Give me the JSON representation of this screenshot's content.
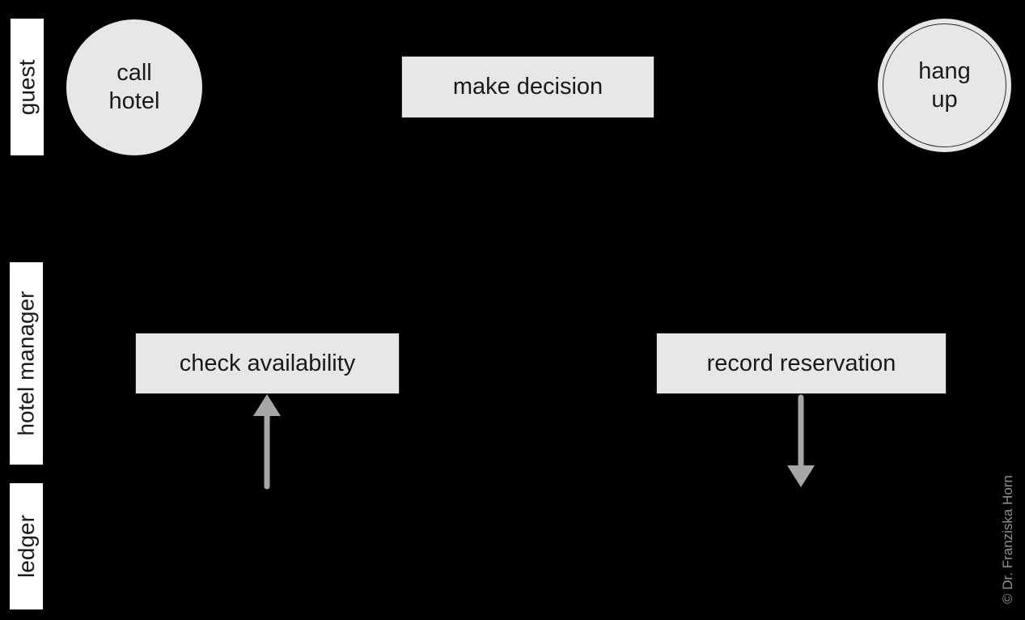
{
  "diagram": {
    "type": "swimlane-flow-diagram",
    "credit": "© Dr. Franziska Horn",
    "lanes": [
      {
        "label": "guest"
      },
      {
        "label": "hotel manager"
      },
      {
        "label": "ledger"
      }
    ],
    "nodes": [
      {
        "label": "call hotel",
        "type": "start-event",
        "lane": "guest"
      },
      {
        "label": "make decision",
        "type": "task",
        "lane": "guest"
      },
      {
        "label": "hang up",
        "type": "end-event",
        "lane": "guest"
      },
      {
        "label": "check availability",
        "type": "task",
        "lane": "hotel manager"
      },
      {
        "label": "record reservation",
        "type": "task",
        "lane": "hotel manager"
      }
    ],
    "flows": [
      {
        "from": "ledger",
        "to": "check availability",
        "direction": "up"
      },
      {
        "from": "record reservation",
        "to": "ledger",
        "direction": "down"
      }
    ],
    "colors": {
      "background": "#000000",
      "shape_fill": "#e7e7e7",
      "shape_border": "#2a2a2a",
      "lane_label_bg": "#ffffff",
      "text": "#1a1a1a",
      "arrow": "#a6a6a6",
      "credit_text": "#8f8f8f"
    }
  }
}
